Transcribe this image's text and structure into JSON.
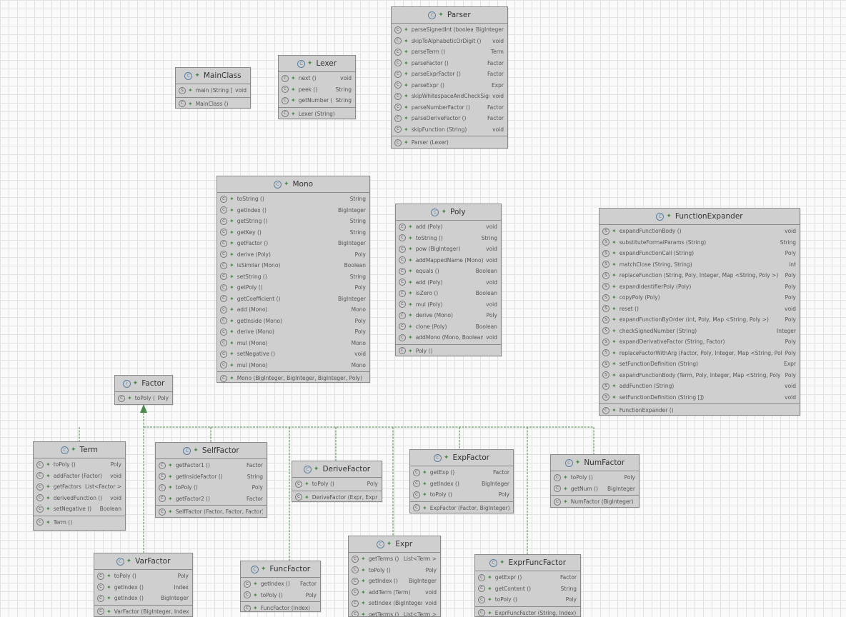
{
  "colors": {
    "edge": "#4b8a4b",
    "box": "#cfcfcf",
    "border": "#8a8a8a"
  },
  "classes": [
    {
      "id": "mainclass",
      "name": "MainClass",
      "members": [
        {
          "vis": "s",
          "sig": "main (String [])",
          "ret": "void"
        }
      ],
      "ctors": [
        {
          "vis": "c",
          "sig": "MainClass ()"
        }
      ]
    },
    {
      "id": "lexer",
      "name": "Lexer",
      "members": [
        {
          "vis": "c",
          "sig": "next ()",
          "ret": "void"
        },
        {
          "vis": "c",
          "sig": "peek ()",
          "ret": "String"
        },
        {
          "vis": "c",
          "sig": "getNumber ()",
          "ret": "String"
        }
      ],
      "ctors": [
        {
          "vis": "c",
          "sig": "Lexer (String)"
        }
      ]
    },
    {
      "id": "parser",
      "name": "Parser",
      "members": [
        {
          "vis": "c",
          "sig": "parseSignedInt (boolean)",
          "ret": "BigInteger"
        },
        {
          "vis": "c",
          "sig": "skipToAlphabeticOrDigit ()",
          "ret": "void"
        },
        {
          "vis": "c",
          "sig": "parseTerm ()",
          "ret": "Term"
        },
        {
          "vis": "c",
          "sig": "parseFactor ()",
          "ret": "Factor"
        },
        {
          "vis": "c",
          "sig": "parseExprFactor ()",
          "ret": "Factor"
        },
        {
          "vis": "c",
          "sig": "parseExpr ()",
          "ret": "Expr"
        },
        {
          "vis": "c",
          "sig": "skipWhitespaceAndCheckSign ()",
          "ret": "void"
        },
        {
          "vis": "c",
          "sig": "parseNumberFactor ()",
          "ret": "Factor"
        },
        {
          "vis": "c",
          "sig": "parseDeriveFactor ()",
          "ret": "Factor"
        },
        {
          "vis": "c",
          "sig": "skipFunction (String)",
          "ret": "void"
        }
      ],
      "ctors": [
        {
          "vis": "c",
          "sig": "Parser (Lexer)"
        }
      ]
    },
    {
      "id": "mono",
      "name": "Mono",
      "members": [
        {
          "vis": "c",
          "sig": "toString ()",
          "ret": "String"
        },
        {
          "vis": "c",
          "sig": "getIndex ()",
          "ret": "BigInteger"
        },
        {
          "vis": "c",
          "sig": "getString ()",
          "ret": "String"
        },
        {
          "vis": "c",
          "sig": "getKey ()",
          "ret": "String"
        },
        {
          "vis": "c",
          "sig": "getFactor ()",
          "ret": "BigInteger"
        },
        {
          "vis": "c",
          "sig": "derive (Poly)",
          "ret": "Poly"
        },
        {
          "vis": "c",
          "sig": "isSimilar (Mono)",
          "ret": "Boolean"
        },
        {
          "vis": "c",
          "sig": "setString ()",
          "ret": "String"
        },
        {
          "vis": "c",
          "sig": "getPoly ()",
          "ret": "Poly"
        },
        {
          "vis": "c",
          "sig": "getCoefficient ()",
          "ret": "BigInteger"
        },
        {
          "vis": "c",
          "sig": "add (Mono)",
          "ret": "Mono"
        },
        {
          "vis": "c",
          "sig": "getInside (Mono)",
          "ret": "Poly"
        },
        {
          "vis": "c",
          "sig": "derive (Mono)",
          "ret": "Poly"
        },
        {
          "vis": "c",
          "sig": "mul (Mono)",
          "ret": "Mono"
        },
        {
          "vis": "c",
          "sig": "setNegative ()",
          "ret": "void"
        },
        {
          "vis": "c",
          "sig": "mul (Mono)",
          "ret": "Mono"
        }
      ],
      "ctors": [
        {
          "vis": "c",
          "sig": "Mono (BigInteger, BigInteger, BigInteger, Poly)"
        }
      ]
    },
    {
      "id": "poly",
      "name": "Poly",
      "members": [
        {
          "vis": "c",
          "sig": "add (Poly)",
          "ret": "void"
        },
        {
          "vis": "c",
          "sig": "toString ()",
          "ret": "String"
        },
        {
          "vis": "c",
          "sig": "pow (BigInteger)",
          "ret": "void"
        },
        {
          "vis": "c",
          "sig": "addMappedName (Mono)",
          "ret": "void"
        },
        {
          "vis": "c",
          "sig": "equals ()",
          "ret": "Boolean"
        },
        {
          "vis": "c",
          "sig": "add (Poly)",
          "ret": "void"
        },
        {
          "vis": "c",
          "sig": "isZero ()",
          "ret": "Boolean"
        },
        {
          "vis": "c",
          "sig": "mul (Poly)",
          "ret": "void"
        },
        {
          "vis": "c",
          "sig": "derive (Mono)",
          "ret": "Poly"
        },
        {
          "vis": "c",
          "sig": "clone (Poly)",
          "ret": "Boolean"
        },
        {
          "vis": "c",
          "sig": "addMono (Mono, Boolean)",
          "ret": "void"
        }
      ],
      "ctors": [
        {
          "vis": "c",
          "sig": "Poly ()"
        }
      ]
    },
    {
      "id": "funcexp",
      "name": "FunctionExpander",
      "members": [
        {
          "vis": "s",
          "sig": "expandFunctionBody ()",
          "ret": "void"
        },
        {
          "vis": "s",
          "sig": "substituteFormalParams (String)",
          "ret": "String"
        },
        {
          "vis": "s",
          "sig": "expandFunctionCall (String)",
          "ret": "Poly"
        },
        {
          "vis": "s",
          "sig": "matchClose (String, String)",
          "ret": "int"
        },
        {
          "vis": "s",
          "sig": "replaceFunction (String, Poly, Integer, Map <String, Poly >)",
          "ret": "Poly"
        },
        {
          "vis": "s",
          "sig": "expandIdentifierPoly (Poly)",
          "ret": "Poly"
        },
        {
          "vis": "s",
          "sig": "copyPoly (Poly)",
          "ret": "Poly"
        },
        {
          "vis": "s",
          "sig": "reset ()",
          "ret": "void"
        },
        {
          "vis": "s",
          "sig": "expandFunctionByOrder (int, Poly, Map <String, Poly >)",
          "ret": "Poly"
        },
        {
          "vis": "s",
          "sig": "checkSignedNumber (String)",
          "ret": "Integer"
        },
        {
          "vis": "s",
          "sig": "expandDerivativeFactor (String, Factor)",
          "ret": "Poly"
        },
        {
          "vis": "s",
          "sig": "replaceFactorWithArg (Factor, Poly, Integer, Map <String, Poly >)",
          "ret": "Poly"
        },
        {
          "vis": "s",
          "sig": "setFunctionDefinition (String)",
          "ret": "Expr"
        },
        {
          "vis": "s",
          "sig": "expandFunctionBody (Term, Poly, Integer, Map <String, Poly >)",
          "ret": "Poly"
        },
        {
          "vis": "s",
          "sig": "addFunction (String)",
          "ret": "void"
        },
        {
          "vis": "s",
          "sig": "setFunctionDefinition (String [])",
          "ret": "void"
        }
      ],
      "ctors": [
        {
          "vis": "c",
          "sig": "FunctionExpander ()"
        }
      ]
    },
    {
      "id": "factor",
      "name": "Factor",
      "iface": true,
      "members": [
        {
          "vis": "c",
          "sig": "toPoly ()",
          "ret": "Poly"
        }
      ],
      "ctors": []
    },
    {
      "id": "term",
      "name": "Term",
      "members": [
        {
          "vis": "c",
          "sig": "toPoly ()",
          "ret": "Poly"
        },
        {
          "vis": "c",
          "sig": "addFactor (Factor)",
          "ret": "void"
        },
        {
          "vis": "c",
          "sig": "getFactors ()",
          "ret": "List<Factor >"
        },
        {
          "vis": "c",
          "sig": "derivedFunction ()",
          "ret": "void"
        },
        {
          "vis": "c",
          "sig": "setNegative ()",
          "ret": "Boolean"
        }
      ],
      "ctors": [
        {
          "vis": "c",
          "sig": "Term ()"
        }
      ]
    },
    {
      "id": "selffactor",
      "name": "SelfFactor",
      "members": [
        {
          "vis": "c",
          "sig": "getFactor1 ()",
          "ret": "Factor"
        },
        {
          "vis": "c",
          "sig": "getInsideFactor ()",
          "ret": "String"
        },
        {
          "vis": "c",
          "sig": "toPoly ()",
          "ret": "Poly"
        },
        {
          "vis": "c",
          "sig": "getFactor2 ()",
          "ret": "Factor"
        }
      ],
      "ctors": [
        {
          "vis": "c",
          "sig": "SelfFactor (Factor, Factor, Factor)"
        }
      ]
    },
    {
      "id": "derivefactor",
      "name": "DeriveFactor",
      "members": [
        {
          "vis": "c",
          "sig": "toPoly ()",
          "ret": "Poly"
        }
      ],
      "ctors": [
        {
          "vis": "c",
          "sig": "DeriveFactor (Expr, Expr)"
        }
      ]
    },
    {
      "id": "exprfactor",
      "name": "ExpFactor",
      "members": [
        {
          "vis": "c",
          "sig": "getExp ()",
          "ret": "Factor"
        },
        {
          "vis": "c",
          "sig": "getIndex ()",
          "ret": "BigInteger"
        },
        {
          "vis": "c",
          "sig": "toPoly ()",
          "ret": "Poly"
        }
      ],
      "ctors": [
        {
          "vis": "c",
          "sig": "ExpFactor (Factor, BigInteger)"
        }
      ]
    },
    {
      "id": "numfactor",
      "name": "NumFactor",
      "members": [
        {
          "vis": "c",
          "sig": "toPoly ()",
          "ret": "Poly"
        },
        {
          "vis": "c",
          "sig": "getNum ()",
          "ret": "BigInteger"
        }
      ],
      "ctors": [
        {
          "vis": "c",
          "sig": "NumFactor (BigInteger)"
        }
      ]
    },
    {
      "id": "varfactor",
      "name": "VarFactor",
      "members": [
        {
          "vis": "c",
          "sig": "toPoly ()",
          "ret": "Poly"
        },
        {
          "vis": "c",
          "sig": "getIndex ()",
          "ret": "Index"
        },
        {
          "vis": "c",
          "sig": "getIndex ()",
          "ret": "BigInteger"
        }
      ],
      "ctors": [
        {
          "vis": "c",
          "sig": "VarFactor (BigInteger, Index)"
        }
      ]
    },
    {
      "id": "funcfactor",
      "name": "FuncFactor",
      "members": [
        {
          "vis": "c",
          "sig": "getIndex ()",
          "ret": "Factor"
        },
        {
          "vis": "c",
          "sig": "toPoly ()",
          "ret": "Poly"
        }
      ],
      "ctors": [
        {
          "vis": "c",
          "sig": "FuncFactor (Index)"
        }
      ]
    },
    {
      "id": "expr",
      "name": "Expr",
      "members": [
        {
          "vis": "c",
          "sig": "getTerms ()",
          "ret": "List<Term >"
        },
        {
          "vis": "c",
          "sig": "toPoly ()",
          "ret": "Poly"
        },
        {
          "vis": "c",
          "sig": "getIndex ()",
          "ret": "BigInteger"
        },
        {
          "vis": "c",
          "sig": "addTerm (Term)",
          "ret": "void"
        },
        {
          "vis": "c",
          "sig": "setIndex (BigInteger)",
          "ret": "void"
        },
        {
          "vis": "c",
          "sig": "getTerms ()",
          "ret": "List<Term >"
        }
      ],
      "ctors": []
    },
    {
      "id": "exprfunc",
      "name": "ExprFuncFactor",
      "members": [
        {
          "vis": "c",
          "sig": "getExpr ()",
          "ret": "Factor"
        },
        {
          "vis": "c",
          "sig": "getContent ()",
          "ret": "String"
        },
        {
          "vis": "c",
          "sig": "toPoly ()",
          "ret": "Poly"
        }
      ],
      "ctors": [
        {
          "vis": "c",
          "sig": "ExprFuncFactor (String, Index)"
        }
      ]
    }
  ]
}
